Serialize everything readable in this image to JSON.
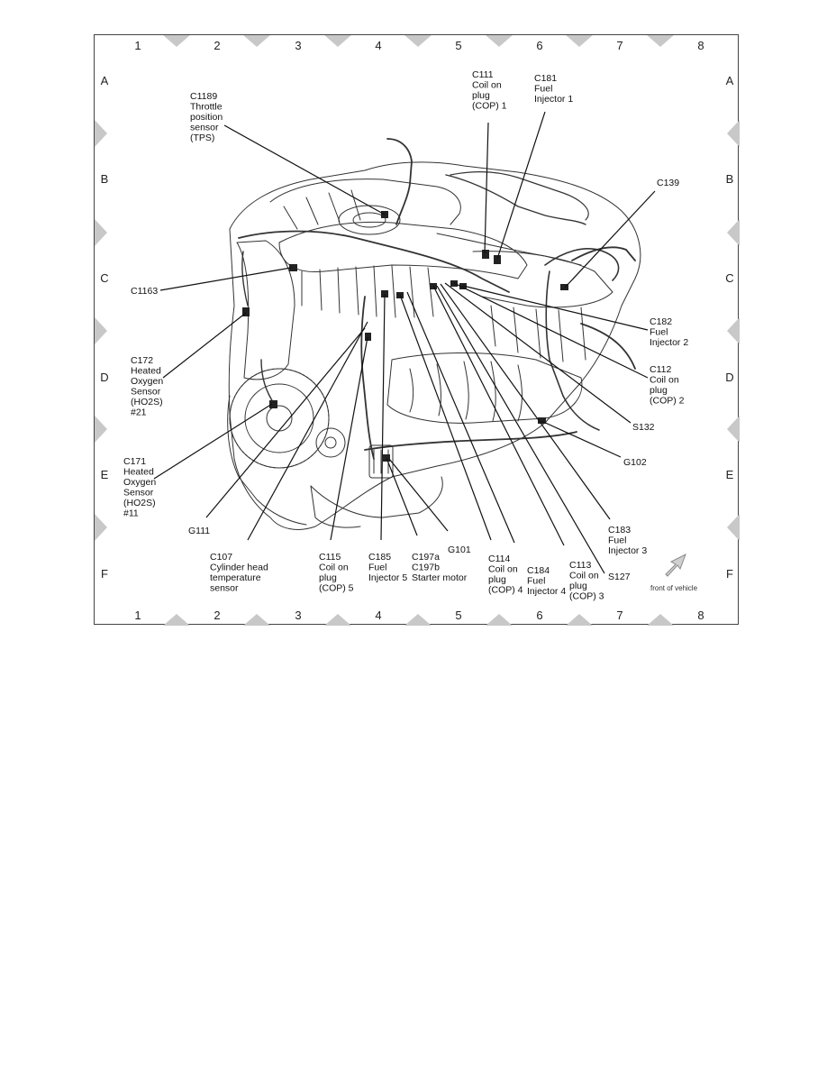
{
  "grid": {
    "columns": [
      "1",
      "2",
      "3",
      "4",
      "5",
      "6",
      "7",
      "8"
    ],
    "rows": [
      "A",
      "B",
      "C",
      "D",
      "E",
      "F"
    ]
  },
  "callouts": {
    "c1189": [
      "C1189",
      "Throttle",
      "position",
      "sensor",
      "(TPS)"
    ],
    "c111": [
      "C111",
      "Coil on",
      "plug",
      "(COP) 1"
    ],
    "c181": [
      "C181",
      "Fuel",
      "Injector 1"
    ],
    "c139": [
      "C139"
    ],
    "c1163": [
      "C1163"
    ],
    "c182": [
      "C182",
      "Fuel",
      "Injector 2"
    ],
    "c172": [
      "C172",
      "Heated",
      "Oxygen",
      "Sensor",
      "(HO2S)",
      "#21"
    ],
    "c112": [
      "C112",
      "Coil on",
      "plug",
      "(COP) 2"
    ],
    "s132": [
      "S132"
    ],
    "g102": [
      "G102"
    ],
    "c171": [
      "C171",
      "Heated",
      "Oxygen",
      "Sensor",
      "(HO2S)",
      "#11"
    ],
    "g111": [
      "G111"
    ],
    "c107": [
      "C107",
      "Cylinder head",
      "temperature",
      "sensor"
    ],
    "c115": [
      "C115",
      "Coil on",
      "plug",
      "(COP) 5"
    ],
    "c185": [
      "C185",
      "Fuel",
      "Injector 5"
    ],
    "c197": [
      "C197a",
      "C197b",
      "Starter motor"
    ],
    "g101": [
      "G101"
    ],
    "c114": [
      "C114",
      "Coil on",
      "plug",
      "(COP) 4"
    ],
    "c184": [
      "C184",
      "Fuel",
      "Injector 4"
    ],
    "c113": [
      "C113",
      "Coil on",
      "plug",
      "(COP) 3"
    ],
    "c183": [
      "C183",
      "Fuel",
      "Injector 3"
    ],
    "s127": [
      "S127"
    ]
  },
  "front_label": "front of vehicle"
}
